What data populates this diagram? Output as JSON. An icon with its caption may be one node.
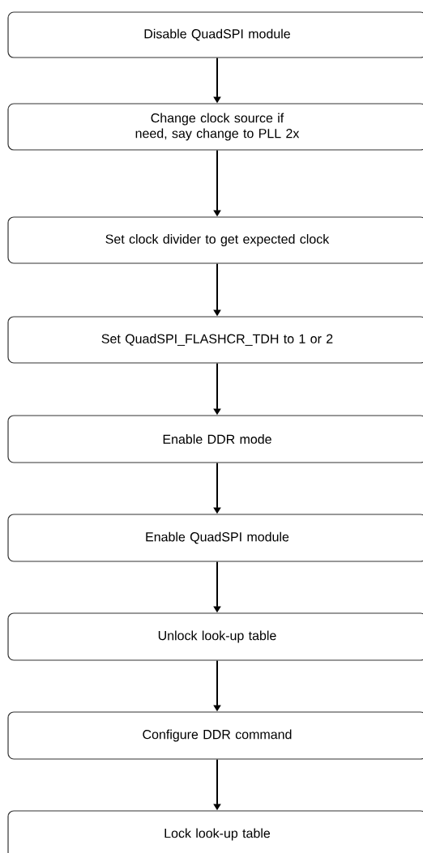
{
  "diagram": {
    "nodes": [
      {
        "text": [
          "Disable QuadSPI module"
        ]
      },
      {
        "text": [
          "Change clock source if need, say change to PLL 2x"
        ]
      },
      {
        "text": [
          "Set clock divider to get expected clock"
        ]
      },
      {
        "text": [
          "Set QuadSPI_FLASHCR_TDH to 1 or 2"
        ]
      },
      {
        "text": [
          "Enable DDR mode"
        ]
      },
      {
        "text": [
          "Enable QuadSPI module"
        ]
      },
      {
        "text": [
          "Unlock look-up table"
        ]
      },
      {
        "text": [
          "Configure DDR command"
        ]
      },
      {
        "text": [
          "Lock look-up table"
        ]
      }
    ],
    "edges": [
      {
        "from": 0,
        "to": 1,
        "arrow": "to"
      },
      {
        "from": 1,
        "to": 2,
        "arrow": "to"
      },
      {
        "from": 2,
        "to": 3,
        "arrow": "to"
      },
      {
        "from": 3,
        "to": 4,
        "arrow": "to"
      },
      {
        "from": 4,
        "to": 5,
        "arrow": "to"
      },
      {
        "from": 5,
        "to": 6,
        "arrow": "to"
      },
      {
        "from": 6,
        "to": 7,
        "arrow": "to"
      },
      {
        "from": 7,
        "to": 8,
        "arrow": "to"
      }
    ]
  }
}
